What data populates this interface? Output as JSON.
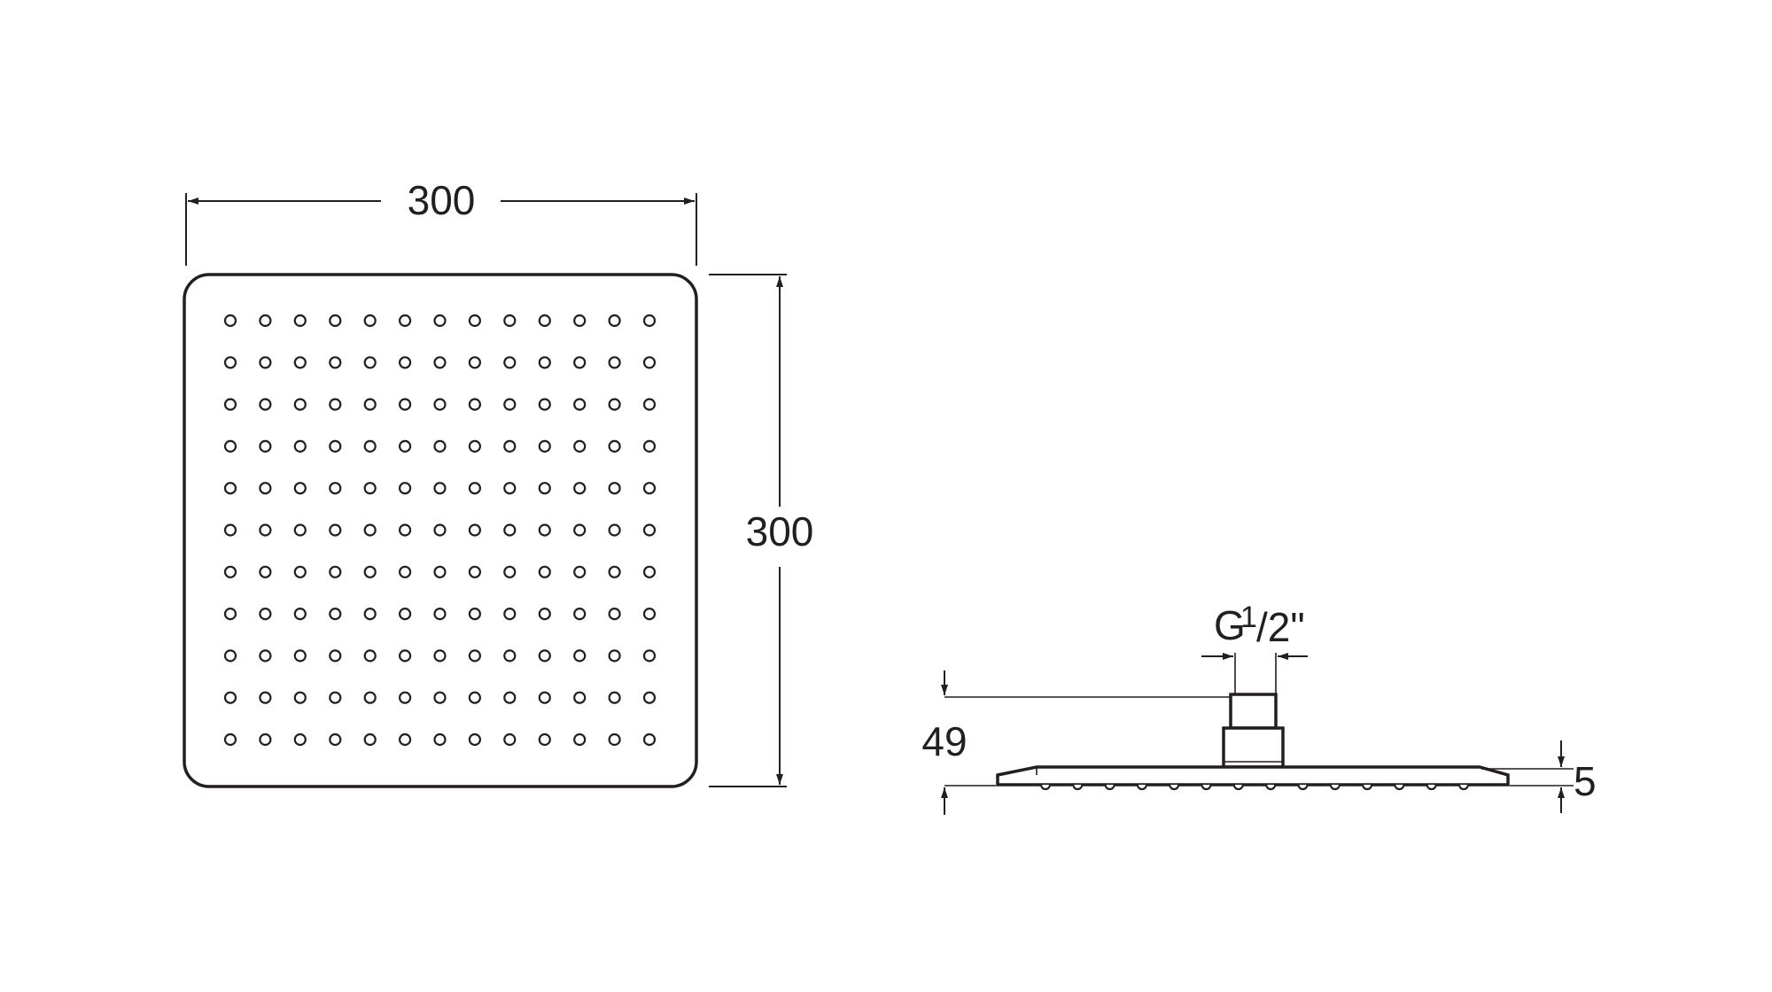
{
  "dimensions": {
    "width": "300",
    "height": "300",
    "connection_g": "G",
    "connection_num": "1",
    "connection_den": "/2\"",
    "total_height": "49",
    "plate_thickness": "5"
  },
  "nozzle_grid": {
    "rows": 11,
    "cols": 13
  },
  "side_nozzle_count": 14,
  "colors": {
    "line": "#231f20",
    "background": "#ffffff"
  }
}
